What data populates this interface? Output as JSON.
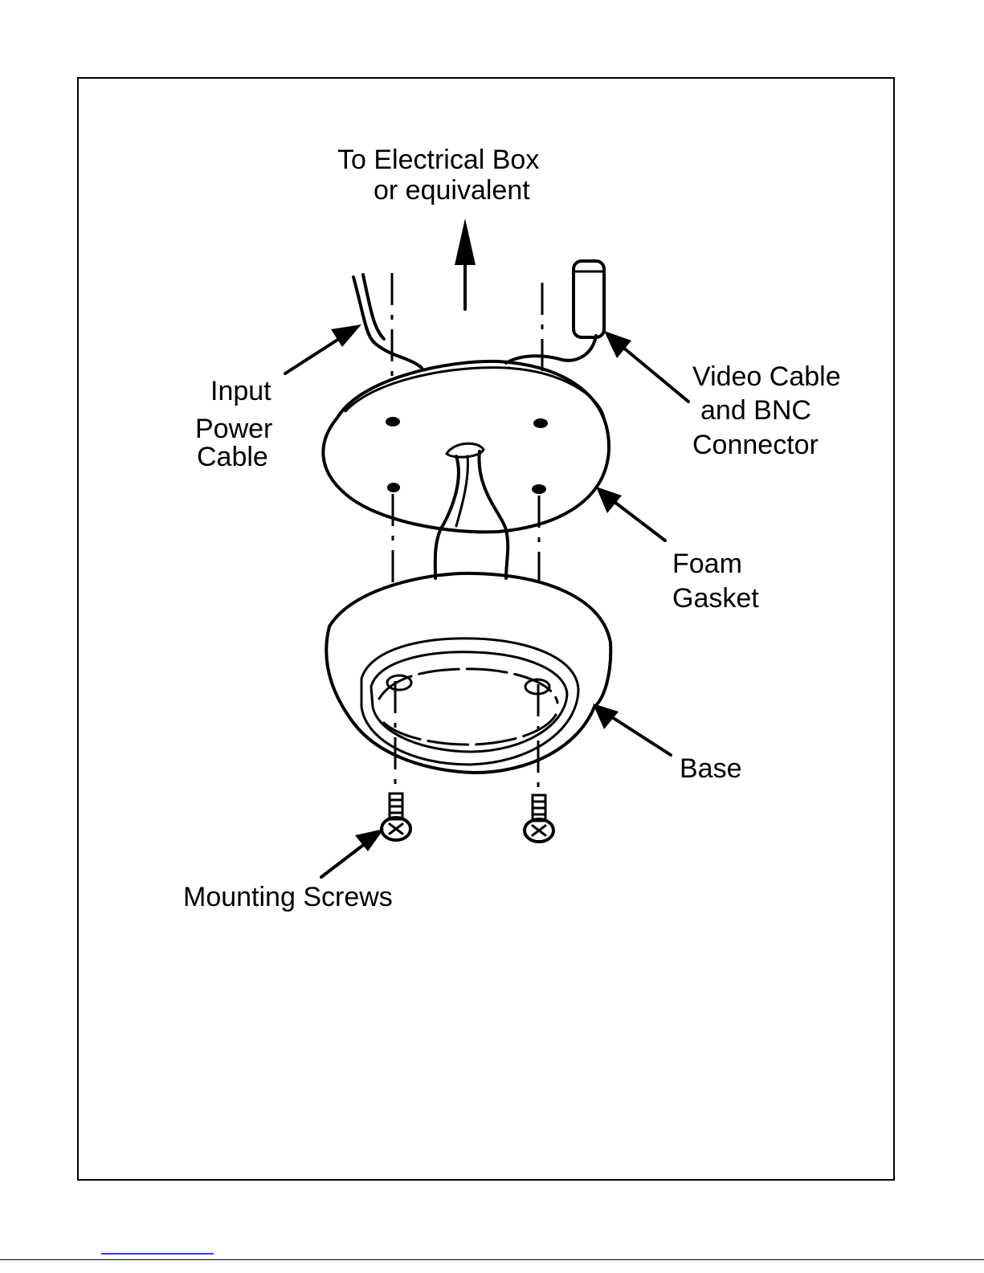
{
  "labels": {
    "electrical_box_line1": "To Electrical Box",
    "electrical_box_line2": "or equivalent",
    "input_line1": "Input",
    "input_line2": "Power",
    "input_line3": "Cable",
    "video_line1": "Video Cable",
    "video_line2": "and BNC",
    "video_line3": "Connector",
    "foam_line1": "Foam",
    "foam_line2": "Gasket",
    "base": "Base",
    "mounting_screws": "Mounting Screws"
  }
}
